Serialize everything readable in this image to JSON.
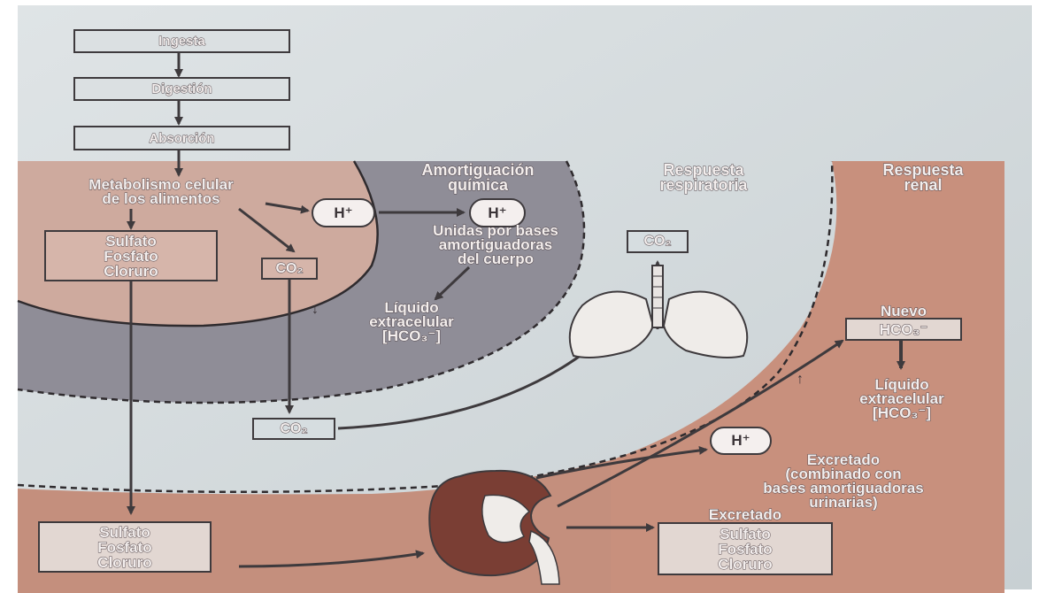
{
  "flow": {
    "ingesta": "Ingesta",
    "digestion": "Digestión",
    "absorcion": "Absorción",
    "metabolismo_1": "Metabolismo celular",
    "metabolismo_2": "de los alimentos"
  },
  "headings": {
    "amortiguacion_1": "Amortiguación",
    "amortiguacion_2": "química",
    "respiratoria_1": "Respuesta",
    "respiratoria_2": "respiratoria",
    "renal_1": "Respuesta",
    "renal_2": "renal"
  },
  "ions": {
    "h_plus": "H⁺",
    "co2": "CO₂",
    "hco3": "HCO₃⁻",
    "sulfato_group": "Sulfato\nFosfato\nCloruro"
  },
  "labels": {
    "unidas_1": "Unidas por bases",
    "unidas_2": "amortiguadoras",
    "unidas_3": "del cuerpo",
    "liquido_1": "Líquido",
    "liquido_2": "extracelular",
    "liquido_3": "[HCO₃⁻]",
    "decrease_arrow": "↓",
    "increase_arrow": "↑",
    "nuevo": "Nuevo",
    "excretado_1": "Excretado",
    "excretado_2": "(combinado con",
    "excretado_3": "bases amortiguadoras",
    "excretado_4": "urinarias)",
    "excretado_top": "Excretado"
  },
  "colors": {
    "background": "#d6dde0",
    "flesh": "#c59581",
    "flesh_light": "#cda194",
    "gray_band": "#8b8a94",
    "dark_line": "#3e3a3d",
    "box_fill": "#e8e3e2"
  }
}
